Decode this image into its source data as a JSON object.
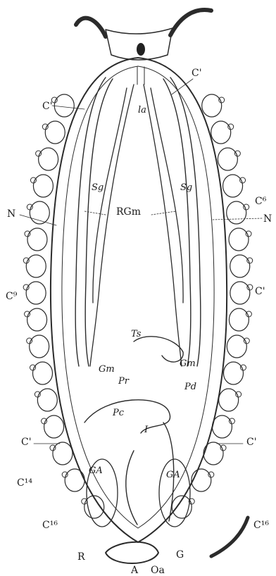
{
  "figure": {
    "labels": {
      "C1_top_right": "C'",
      "C1_upper_left": "C'",
      "C6": "C⁶",
      "N_left": "N",
      "N_right": "N",
      "Sg_left": "Sg",
      "Sg_right": "Sg",
      "RGm": "RGm",
      "la": "la",
      "C9": "C⁹",
      "C1_right_mid": "C'",
      "Ts": "Ts",
      "Gm_left": "Gm",
      "Gm_right": "Gm",
      "Pr": "Pr",
      "Pd": "Pd",
      "Pc": "Pc",
      "I": "I",
      "C1_lower_left": "C'",
      "C1_lower_right": "C'",
      "C14": "C¹⁴",
      "GA_left": "GA",
      "GA_right": "GA",
      "C16_left": "C¹⁶",
      "C16_right": "C¹⁶",
      "R": "R",
      "G": "G",
      "A": "A",
      "Oa": "Oa"
    }
  }
}
